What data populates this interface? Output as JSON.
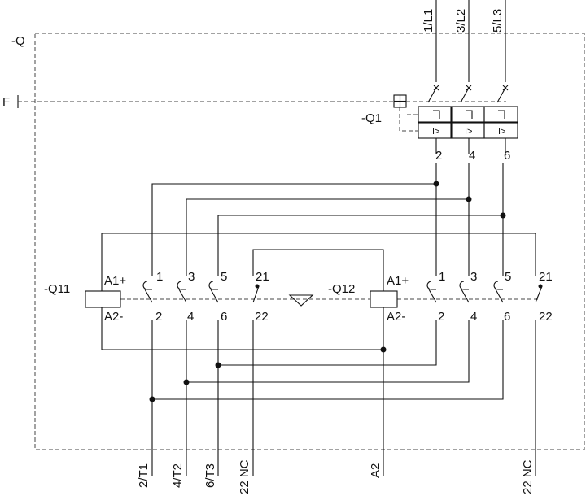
{
  "enclosure": {
    "label": "-Q"
  },
  "actuator": {
    "label": "F"
  },
  "breaker": {
    "label": "-Q1",
    "supply_labels": [
      "1/L1",
      "3/L2",
      "5/L3"
    ],
    "output_labels": [
      "2",
      "4",
      "6"
    ],
    "trip_symbol": "I>"
  },
  "contactor_q11": {
    "label": "-Q11",
    "coil_top": "A1+",
    "coil_bottom": "A2-",
    "pole_top": [
      "1",
      "3",
      "5",
      "21"
    ],
    "pole_bottom": [
      "2",
      "4",
      "6",
      "22"
    ]
  },
  "contactor_q12": {
    "label": "-Q12",
    "coil_top": "A1+",
    "coil_bottom": "A2-",
    "pole_top": [
      "1",
      "3",
      "5",
      "21"
    ],
    "pole_bottom": [
      "2",
      "4",
      "6",
      "22"
    ]
  },
  "terminals": [
    "2/T1",
    "4/T2",
    "6/T3",
    "22 NC",
    "A2",
    "22 NC"
  ]
}
